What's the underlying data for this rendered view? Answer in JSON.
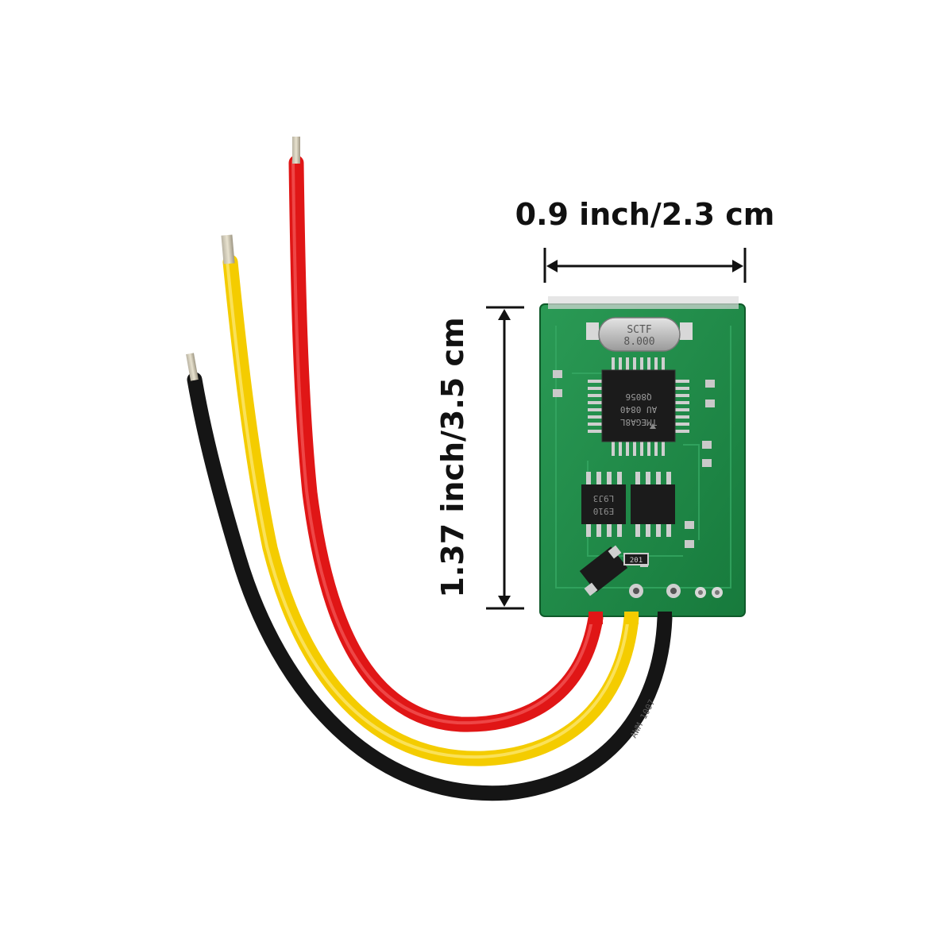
{
  "dimensions": {
    "width_label": "0.9 inch/2.3 cm",
    "height_label": "1.37 inch/3.5 cm"
  },
  "board_markings": {
    "crystal": [
      "SCTF",
      "8.000"
    ],
    "mcu": [
      "TMEGA8L",
      "AU 0840",
      "Q8056"
    ],
    "chip_left": [
      "E910",
      "L9J3"
    ],
    "resistor": "201",
    "wire_print": "AWM 1007"
  },
  "colors": {
    "pcb": "#1f8a46",
    "red_wire": "#e01616",
    "yellow_wire": "#f4cc00",
    "black_wire": "#151515"
  }
}
